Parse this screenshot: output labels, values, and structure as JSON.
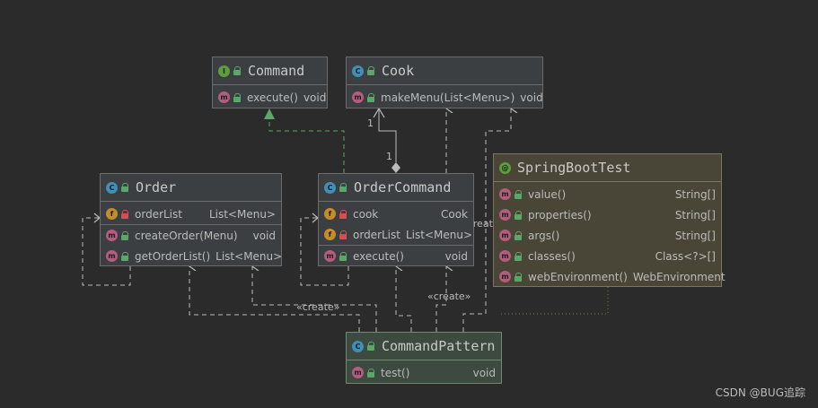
{
  "nodes": {
    "command": {
      "name": "Command",
      "kind": "I",
      "members": [
        {
          "kind": "m",
          "name": "execute()",
          "type": "void"
        }
      ]
    },
    "cook": {
      "name": "Cook",
      "kind": "C",
      "members": [
        {
          "kind": "m",
          "name": "makeMenu(List<Menu>)",
          "type": "void"
        }
      ]
    },
    "order": {
      "name": "Order",
      "kind": "C",
      "fields": [
        {
          "kind": "f",
          "name": "orderList",
          "type": "List<Menu>"
        }
      ],
      "members": [
        {
          "kind": "m",
          "name": "createOrder(Menu)",
          "type": "void"
        },
        {
          "kind": "m",
          "name": "getOrderList()",
          "type": "List<Menu>"
        }
      ]
    },
    "ordercommand": {
      "name": "OrderCommand",
      "kind": "C",
      "fields": [
        {
          "kind": "f",
          "name": "cook",
          "type": "Cook"
        },
        {
          "kind": "f",
          "name": "orderList",
          "type": "List<Menu>"
        }
      ],
      "members": [
        {
          "kind": "m",
          "name": "execute()",
          "type": "void"
        }
      ]
    },
    "springboottest": {
      "name": "SpringBootTest",
      "kind": "@",
      "members": [
        {
          "kind": "m",
          "name": "value()",
          "type": "String[]"
        },
        {
          "kind": "m",
          "name": "properties()",
          "type": "String[]"
        },
        {
          "kind": "m",
          "name": "args()",
          "type": "String[]"
        },
        {
          "kind": "m",
          "name": "classes()",
          "type": "Class<?>[]"
        },
        {
          "kind": "m",
          "name": "webEnvironment()",
          "type": "WebEnvironment"
        }
      ]
    },
    "commandpattern": {
      "name": "CommandPattern",
      "kind": "C",
      "members": [
        {
          "kind": "m",
          "name": "test()",
          "type": "void"
        }
      ]
    }
  },
  "labels": {
    "mult_one": "1",
    "mult_many": "1",
    "create_1": "«create»",
    "create_2": "«create»",
    "create_3": "«create»"
  },
  "watermark": "CSDN @BUG追踪",
  "colors": {
    "background": "#2b2b2b",
    "realization": "#59a869",
    "dependency": "#bbbbbb",
    "annotation_dotted": "#7a7a3a"
  }
}
